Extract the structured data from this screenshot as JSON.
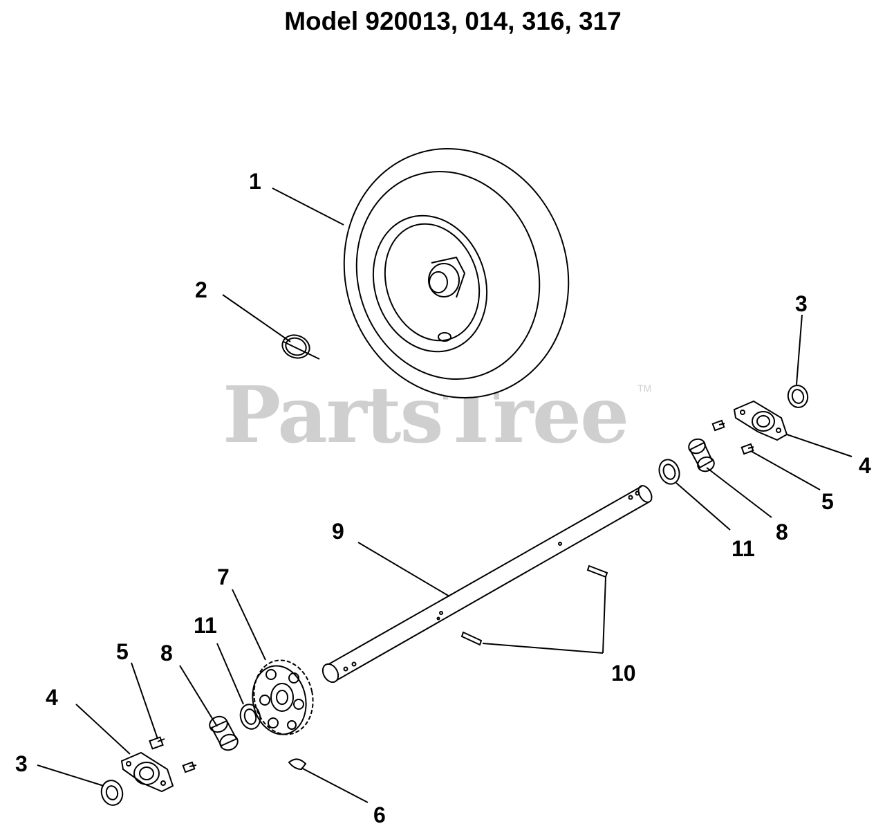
{
  "title": "Model 920013, 014, 316, 317",
  "watermark": {
    "text": "PartsTree",
    "tm": "TM"
  },
  "callouts": {
    "c1": "1",
    "c2": "2",
    "c3a": "3",
    "c3b": "3",
    "c4a": "4",
    "c4b": "4",
    "c5a": "5",
    "c5b": "5",
    "c6": "6",
    "c7": "7",
    "c8a": "8",
    "c8b": "8",
    "c9": "9",
    "c10": "10",
    "c11a": "11",
    "c11b": "11"
  },
  "parts": {
    "1": "wheel-tire",
    "2": "hairpin-clip",
    "3": "washer",
    "4": "flange-bearing",
    "5": "bolt",
    "6": "woodruff-key",
    "7": "gear",
    "8": "bushing",
    "9": "axle",
    "10": "roll-pin",
    "11": "spacer-washer"
  }
}
